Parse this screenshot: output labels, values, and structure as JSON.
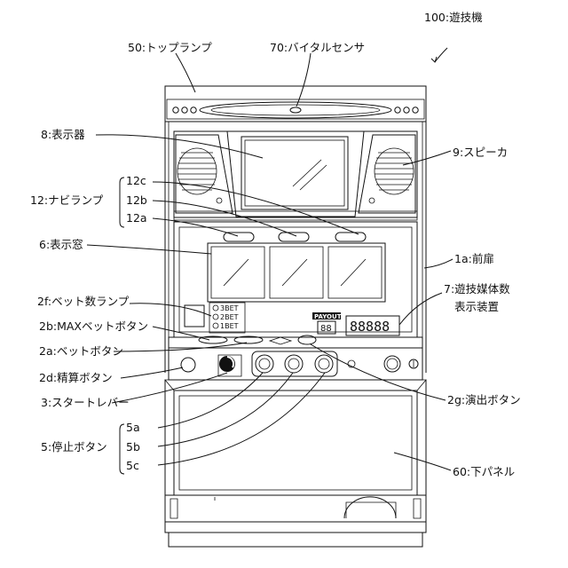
{
  "title": "100:遊技機",
  "labels": {
    "top_lamp": "50:トップランプ",
    "vital_sensor": "70:バイタルセンサ",
    "display": "8:表示器",
    "speaker": "9:スピーカ",
    "navi_lamp": "12:ナビランプ",
    "navi_12a": "12a",
    "navi_12b": "12b",
    "navi_12c": "12c",
    "display_window": "6:表示窓",
    "front_door": "1a:前扉",
    "bet_lamp": "2f:ベット数ランプ",
    "medal_display_1": "7:遊技媒体数",
    "medal_display_2": "表示装置",
    "max_bet": "2b:MAXベットボタン",
    "bet_button": "2a:ベットボタン",
    "settle_button": "2d:精算ボタン",
    "start_lever": "3:スタートレバー",
    "effect_button": "2g:演出ボタン",
    "stop_button": "5:停止ボタン",
    "stop_5a": "5a",
    "stop_5b": "5b",
    "stop_5c": "5c",
    "lower_panel": "60:下パネル"
  },
  "panel_text": {
    "bet3": "3BET",
    "bet2": "2BET",
    "bet1": "1BET",
    "payout": "PAYOUT",
    "payout_digits": "88",
    "credit_digits": "88888"
  }
}
